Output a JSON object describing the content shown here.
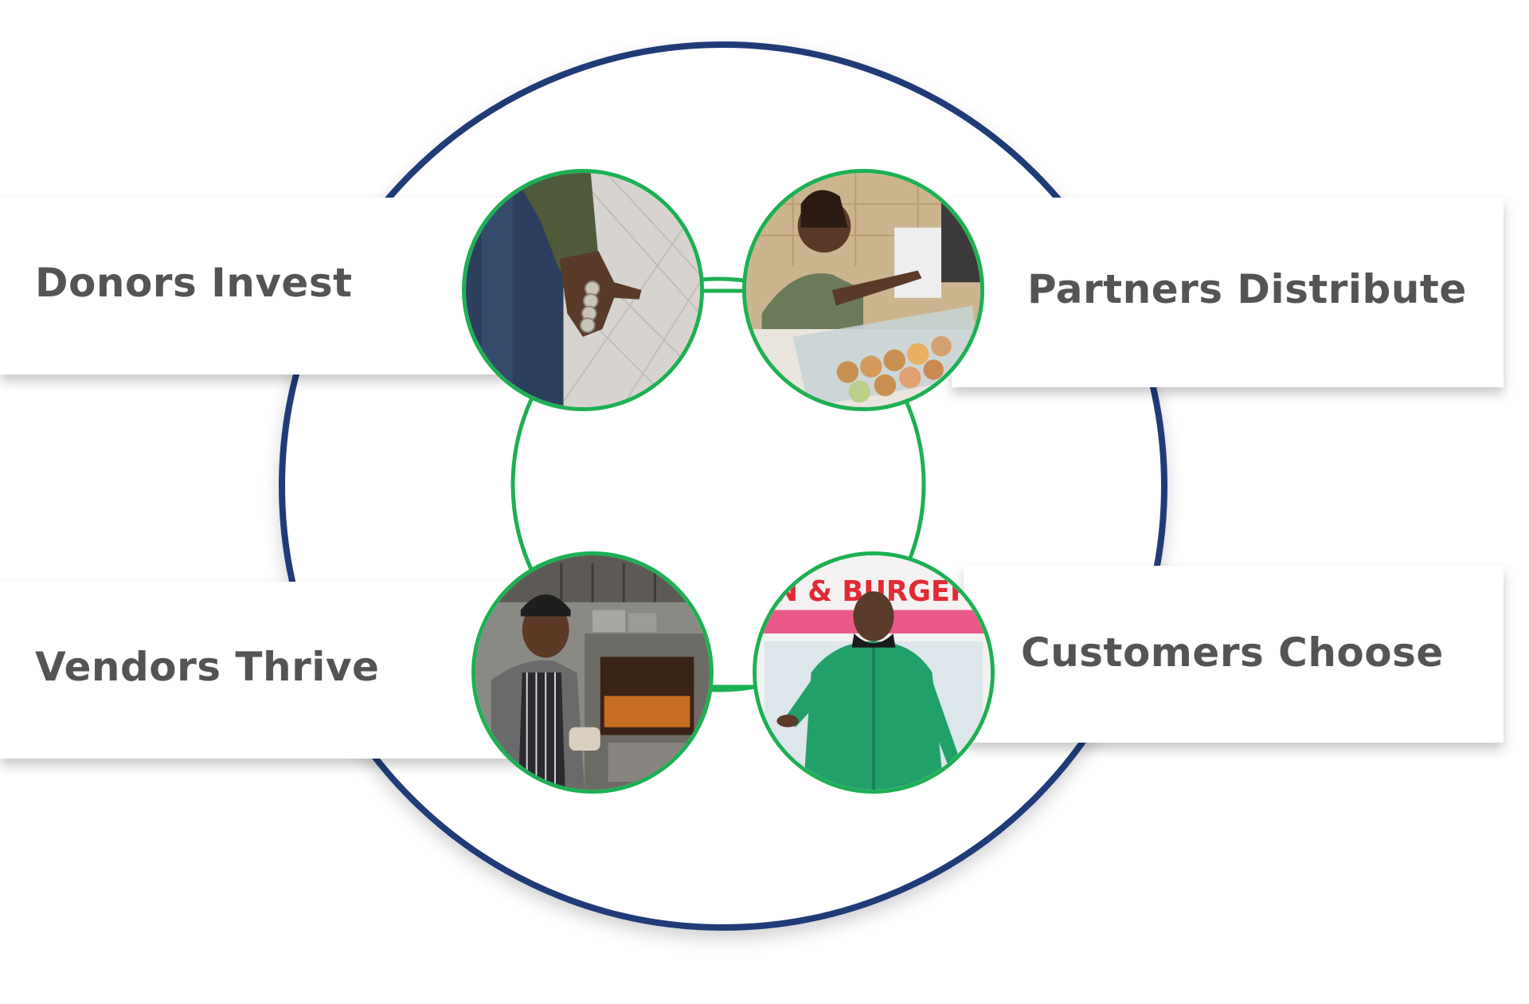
{
  "diagram": {
    "colors": {
      "outer_ring": "#1f3c78",
      "inner_ring": "#1db052",
      "label_text": "#545454",
      "panel": "#ffffff"
    },
    "steps": [
      {
        "label": "Donors Invest",
        "icon": "coins-in-hand-photo"
      },
      {
        "label": "Partners Distribute",
        "icon": "bakery-counter-photo"
      },
      {
        "label": "Vendors Thrive",
        "icon": "chef-at-oven-photo"
      },
      {
        "label": "Customers Choose",
        "icon": "customer-at-storefront-photo"
      }
    ],
    "photo_sign_text": "EN & BURGERS"
  }
}
